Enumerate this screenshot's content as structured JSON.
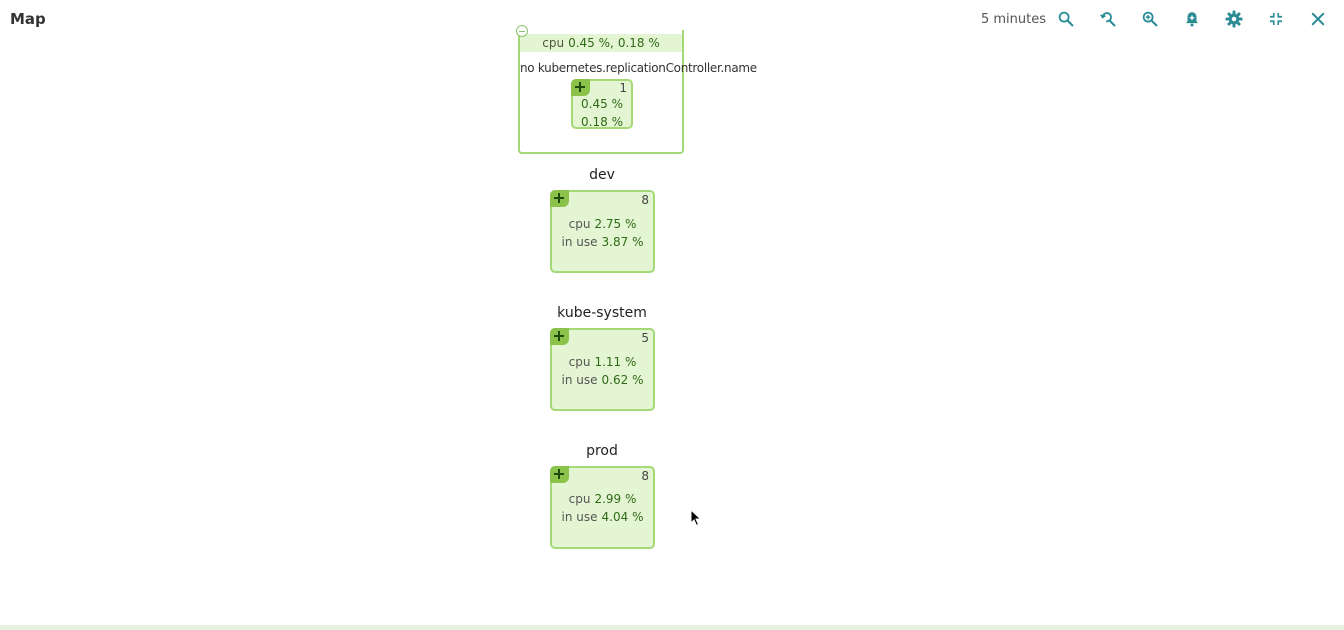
{
  "header": {
    "title": "Map",
    "time_range": "5 minutes",
    "tools": [
      "search-icon",
      "zoom-reset-icon",
      "zoom-in-icon",
      "add-alert-icon",
      "settings-icon",
      "collapse-icon",
      "close-icon"
    ]
  },
  "top_group": {
    "cpu_label": "cpu",
    "cpu_value": "0.45 %,",
    "mem_value": "0.18 %",
    "rc_label": "no kubernetes.replicationController.name",
    "node": {
      "count": "1",
      "cpu": "0.45 %",
      "mem": "0.18 %"
    }
  },
  "namespaces": [
    {
      "name": "dev",
      "count": "8",
      "cpu_label": "cpu",
      "cpu": "2.75 %",
      "mem_label": "in use",
      "mem": "3.87 %"
    },
    {
      "name": "kube-system",
      "count": "5",
      "cpu_label": "cpu",
      "cpu": "1.11 %",
      "mem_label": "in use",
      "mem": "0.62 %"
    },
    {
      "name": "prod",
      "count": "8",
      "cpu_label": "cpu",
      "cpu": "2.99 %",
      "mem_label": "in use",
      "mem": "4.04 %"
    }
  ],
  "colors": {
    "node_fill": "#e4f5d3",
    "node_border": "#a3d977",
    "plus_fill": "#8bc34a",
    "icon_teal": "#2b8c96"
  }
}
